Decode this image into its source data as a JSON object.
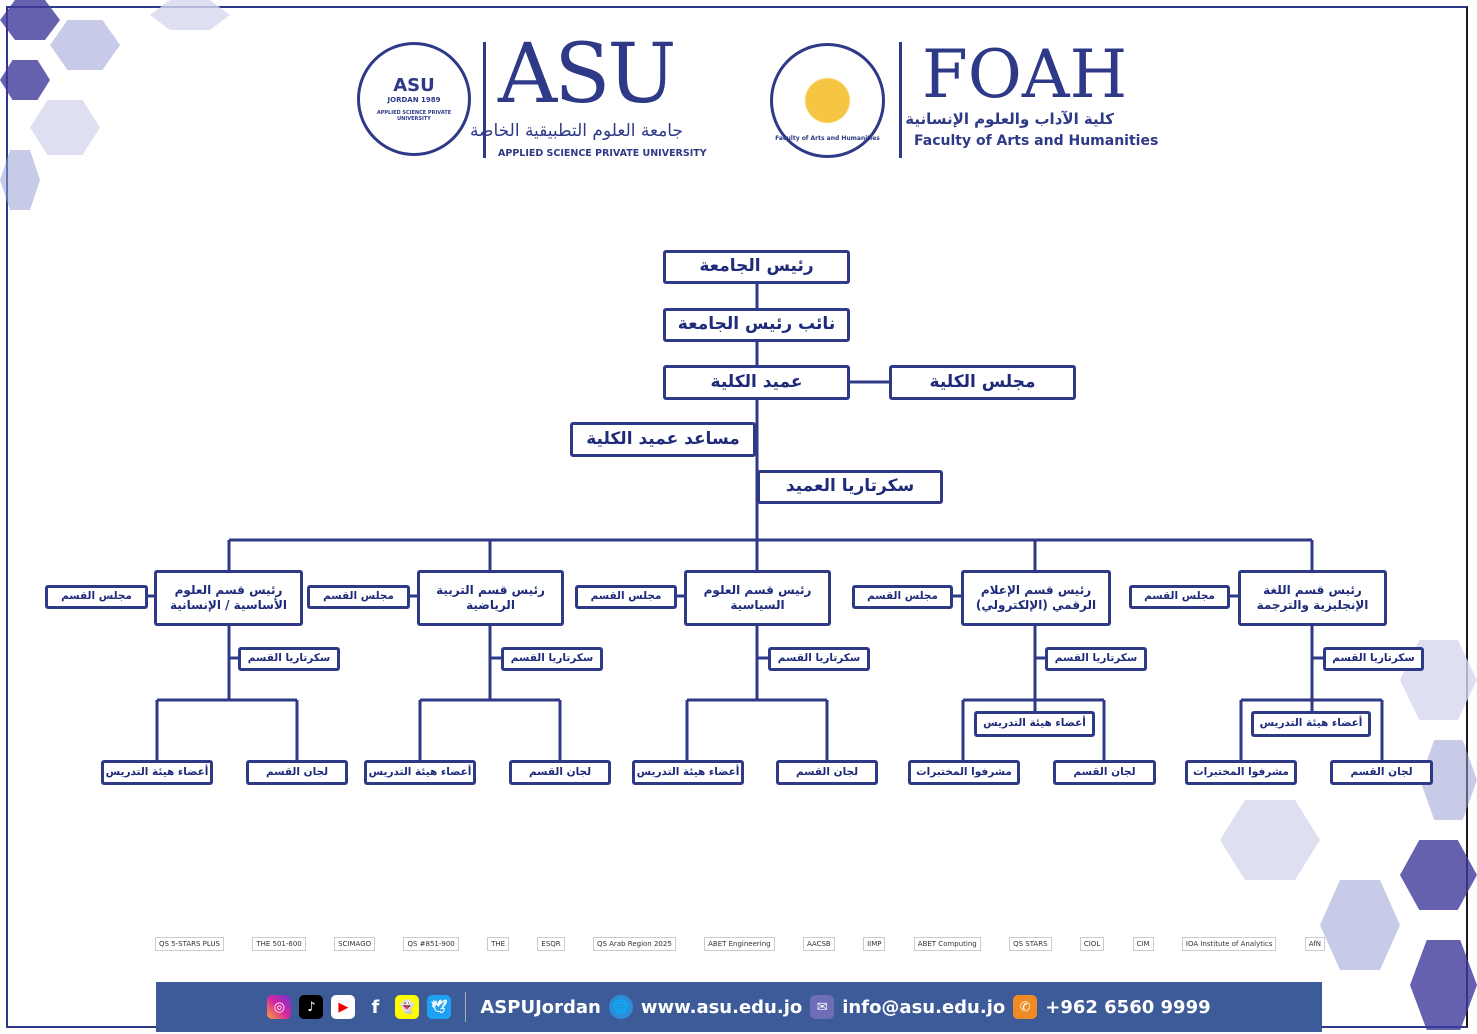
{
  "header": {
    "asu": {
      "seal_text": "ASU",
      "seal_sub": "JORDAN 1989",
      "seal_ring": "APPLIED SCIENCE PRIVATE UNIVERSITY",
      "wordmark": "ASU",
      "arabic_name": "جامعة العلوم التطبيقية الخاصة",
      "english_name": "APPLIED SCIENCE PRIVATE UNIVERSITY"
    },
    "foah": {
      "seal_ring": "Faculty of Arts and Humanities",
      "wordmark": "FOAH",
      "arabic_name": "كلية الآداب والعلوم الإنسانية",
      "english_name": "Faculty of Arts and Humanities"
    }
  },
  "chart": {
    "president": "رئيس الجامعة",
    "vice_president": "نائب رئيس الجامعة",
    "dean": "عميد الكلية",
    "faculty_council": "مجلس الكلية",
    "assistant_dean": "مساعد عميد الكلية",
    "dean_secretariat": "سكرتاريا العميد",
    "departments": [
      {
        "head": "رئيس قسم العلوم الأساسية / الإنسانية",
        "council": "مجلس القسم",
        "secretariat": "سكرتاريا القسم",
        "faculty": "أعضاء هيئة التدريس",
        "committees": "لجان القسم"
      },
      {
        "head": "رئيس قسم التربية الرياضية",
        "council": "مجلس القسم",
        "secretariat": "سكرتاريا القسم",
        "faculty": "أعضاء هيئة التدريس",
        "committees": "لجان القسم"
      },
      {
        "head": "رئيس قسم العلوم السياسية",
        "council": "مجلس القسم",
        "secretariat": "سكرتاريا القسم",
        "faculty": "أعضاء هيئة التدريس",
        "committees": "لجان القسم"
      },
      {
        "head": "رئيس قسم الإعلام الرقمي (الإلكترولي)",
        "council": "مجلس القسم",
        "secretariat": "سكرتاريا القسم",
        "faculty": "أعضاء هيئة التدريس",
        "labs": "مشرفوا المختبرات",
        "committees": "لجان القسم"
      },
      {
        "head": "رئيس قسم اللغة الإنجليزية والترجمة",
        "council": "مجلس القسم",
        "secretariat": "سكرتاريا القسم",
        "faculty": "أعضاء هيئة التدريس",
        "labs": "مشرفوا المختبرات",
        "committees": "لجان القسم"
      }
    ]
  },
  "accreditations": [
    "QS 5-STARS PLUS",
    "THE 501-600",
    "SCIMAGO",
    "QS #851-900",
    "THE",
    "ESQR",
    "QS Arab Region 2025",
    "ABET Engineering",
    "AACSB",
    "IIMP",
    "ABET Computing",
    "QS STARS",
    "CIOL",
    "CIM",
    "IOA Institute of Analytics",
    "AfN"
  ],
  "footer": {
    "social": [
      "instagram",
      "tiktok",
      "youtube",
      "facebook",
      "snapchat",
      "twitter"
    ],
    "handle": "ASPUJordan",
    "website": "www.asu.edu.jo",
    "email": "info@asu.edu.jo",
    "phone": "+962 6560 9999"
  },
  "colors": {
    "navy": "#2e3a87",
    "footer": "#3d5a99"
  }
}
